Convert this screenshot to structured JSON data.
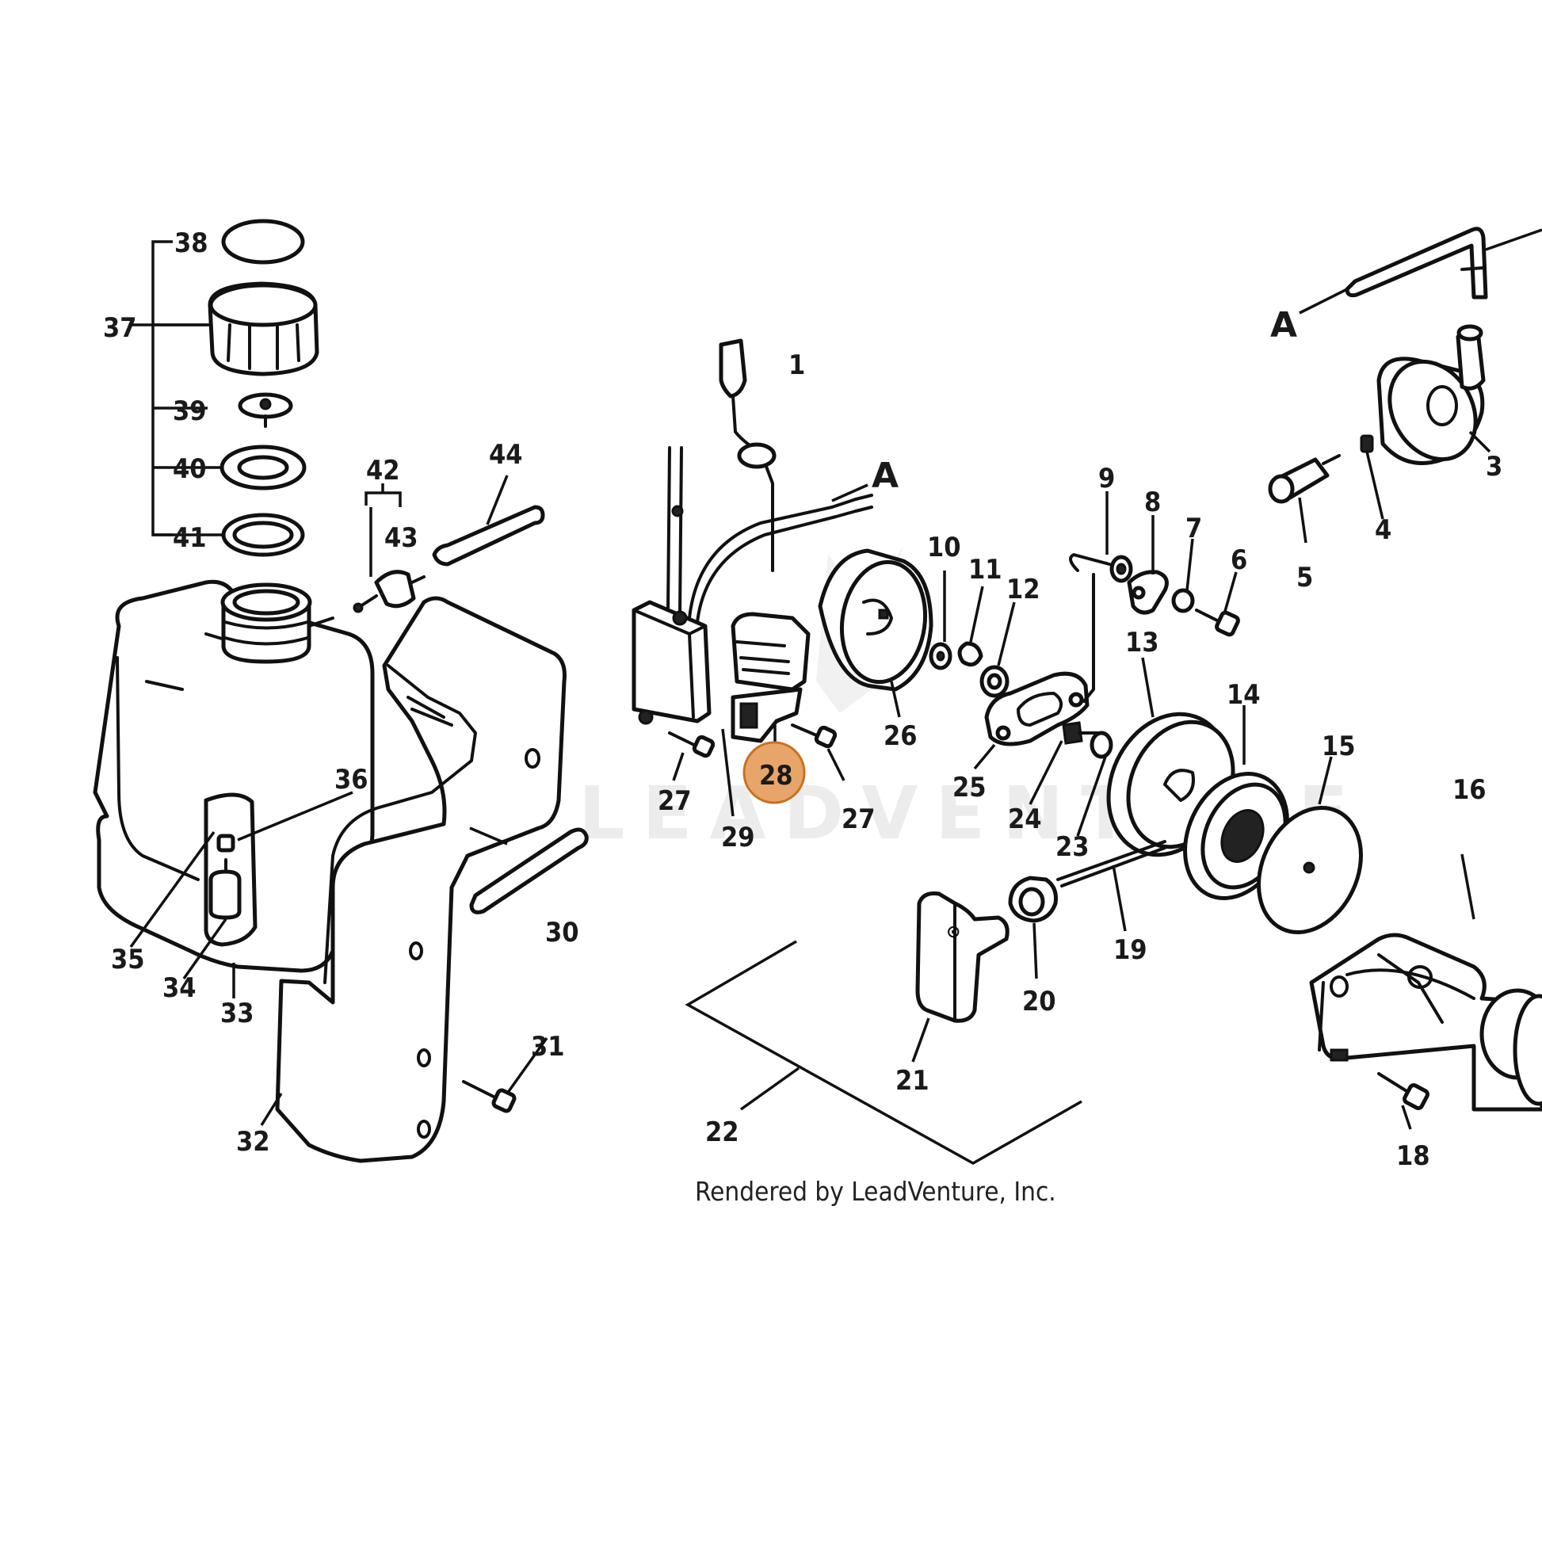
{
  "watermark": "LEADVENTURE",
  "credit": "Rendered by LeadVenture, Inc.",
  "highlight": {
    "label": "28",
    "color": "#e8a56a",
    "ring": "#c9701f"
  },
  "callouts": [
    {
      "id": "c1",
      "text": "1"
    },
    {
      "id": "c3",
      "text": "3"
    },
    {
      "id": "c4",
      "text": "4"
    },
    {
      "id": "c5",
      "text": "5"
    },
    {
      "id": "c6",
      "text": "6"
    },
    {
      "id": "c7",
      "text": "7"
    },
    {
      "id": "c8",
      "text": "8"
    },
    {
      "id": "c9",
      "text": "9"
    },
    {
      "id": "c10",
      "text": "10"
    },
    {
      "id": "c11",
      "text": "11"
    },
    {
      "id": "c12",
      "text": "12"
    },
    {
      "id": "c13",
      "text": "13"
    },
    {
      "id": "c14",
      "text": "14"
    },
    {
      "id": "c15",
      "text": "15"
    },
    {
      "id": "c16",
      "text": "16"
    },
    {
      "id": "c18",
      "text": "18"
    },
    {
      "id": "c19",
      "text": "19"
    },
    {
      "id": "c20",
      "text": "20"
    },
    {
      "id": "c21",
      "text": "21"
    },
    {
      "id": "c22",
      "text": "22"
    },
    {
      "id": "c23",
      "text": "23"
    },
    {
      "id": "c24",
      "text": "24"
    },
    {
      "id": "c25",
      "text": "25"
    },
    {
      "id": "c26",
      "text": "26"
    },
    {
      "id": "c27a",
      "text": "27"
    },
    {
      "id": "c27b",
      "text": "27"
    },
    {
      "id": "c29",
      "text": "29"
    },
    {
      "id": "c30",
      "text": "30"
    },
    {
      "id": "c31",
      "text": "31"
    },
    {
      "id": "c32",
      "text": "32"
    },
    {
      "id": "c33",
      "text": "33"
    },
    {
      "id": "c34",
      "text": "34"
    },
    {
      "id": "c35",
      "text": "35"
    },
    {
      "id": "c36",
      "text": "36"
    },
    {
      "id": "c37",
      "text": "37"
    },
    {
      "id": "c38",
      "text": "38"
    },
    {
      "id": "c39",
      "text": "39"
    },
    {
      "id": "c40",
      "text": "40"
    },
    {
      "id": "c41",
      "text": "41"
    },
    {
      "id": "c42",
      "text": "42"
    },
    {
      "id": "c43",
      "text": "43"
    },
    {
      "id": "c44",
      "text": "44"
    }
  ],
  "ref_letters": [
    {
      "id": "refA1",
      "text": "A"
    },
    {
      "id": "refA2",
      "text": "A"
    }
  ]
}
